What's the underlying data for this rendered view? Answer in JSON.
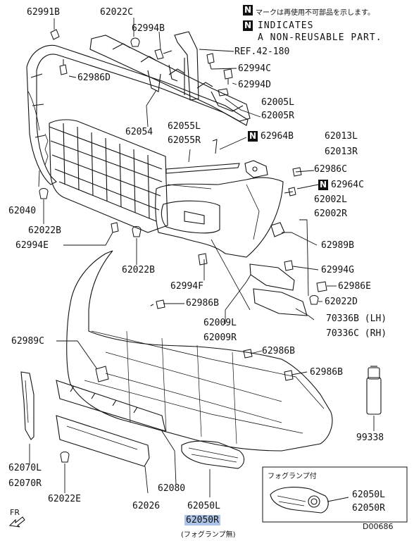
{
  "legend": {
    "n_mark": "N",
    "japanese_note": "マークは再使用不可部品を示します。",
    "english_note_line1": "INDICATES",
    "english_note_line2": "A NON-REUSABLE PART."
  },
  "parts": {
    "p62991B": "62991B",
    "p62022C": "62022C",
    "p62994B": "62994B",
    "ref42180": "REF.42-180",
    "p62986D": "62986D",
    "p62994C": "62994C",
    "p62994D": "62994D",
    "p62005L": "62005L",
    "p62005R": "62005R",
    "p62054": "62054",
    "p62055L": "62055L",
    "p62055R": "62055R",
    "p62964B": "62964B",
    "p62013L": "62013L",
    "p62013R": "62013R",
    "p62986C": "62986C",
    "p62964C": "62964C",
    "p62040": "62040",
    "p62002L": "62002L",
    "p62002R": "62002R",
    "p62022B_a": "62022B",
    "p62994E": "62994E",
    "p62989B": "62989B",
    "p62022B_b": "62022B",
    "p62994G": "62994G",
    "p62994F": "62994F",
    "p62986E": "62986E",
    "p62986B_a": "62986B",
    "p62022D": "62022D",
    "p70336B": "70336B (LH)",
    "p70336C": "70336C (RH)",
    "p62009L": "62009L",
    "p62009R": "62009R",
    "p62989C": "62989C",
    "p62986B_b": "62986B",
    "p62986B_c": "62986B",
    "p99338": "99338",
    "p62070L": "62070L",
    "p62070R": "62070R",
    "p62080": "62080",
    "p62022E": "62022E",
    "p62026": "62026",
    "p62050L_a": "62050L",
    "p62050R_a": "62050R",
    "p62050L_b": "62050L",
    "p62050R_b": "62050R"
  },
  "fog_box_title": "フォグランプ付",
  "no_fog_note": "(フォグランプ無)",
  "front_marker": "FR",
  "diagram_id": "D00686"
}
